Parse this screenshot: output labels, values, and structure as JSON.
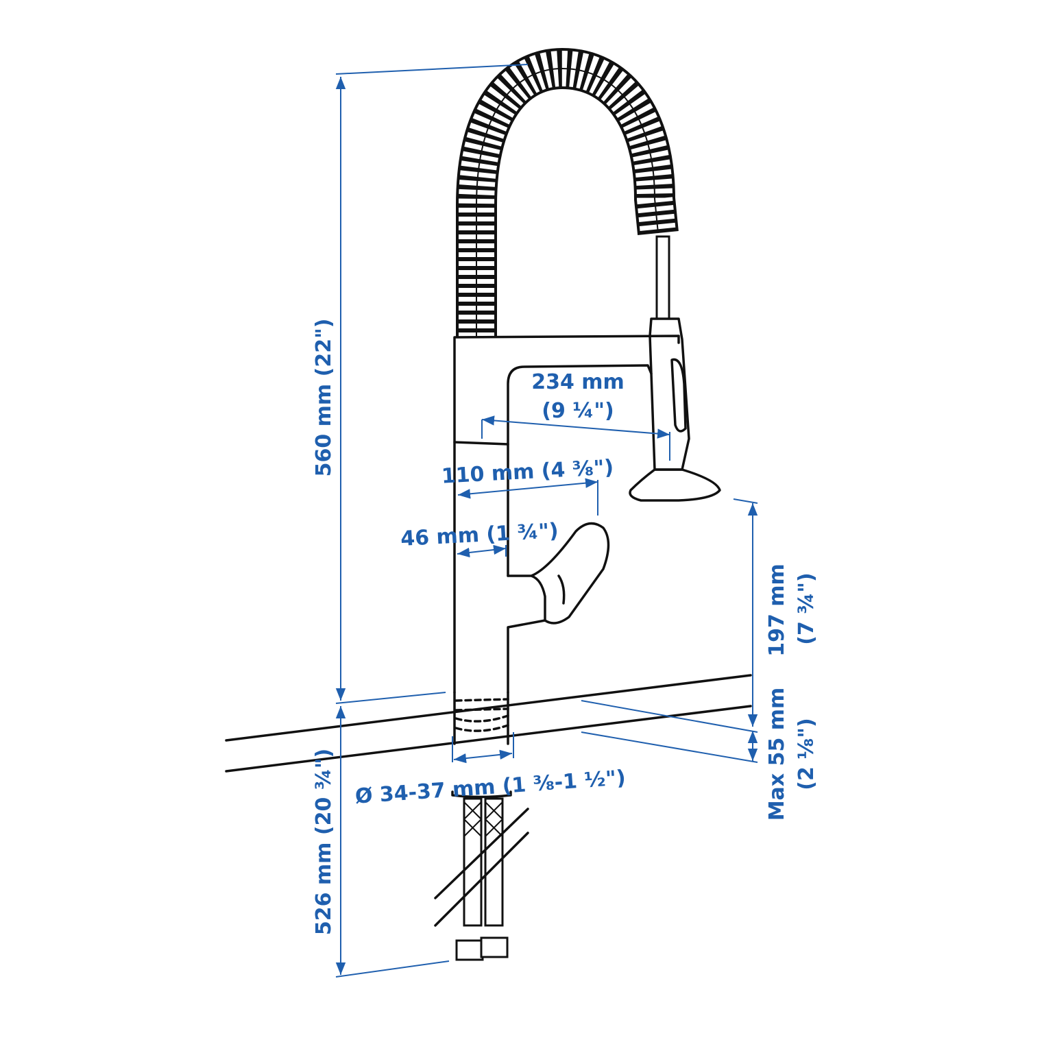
{
  "colors": {
    "dimension": "#1f5fae",
    "line": "#111111"
  },
  "dimensions": {
    "total_height": "560 mm (22\")",
    "below_counter": "526 mm (20 ¾\")",
    "spout_reach_mm": "234 mm",
    "spout_reach_in": "(9 ¼\")",
    "lever_reach": "110 mm (4 ⅜\")",
    "body_diameter": "46 mm (1 ¾\")",
    "spout_clearance_mm": "197 mm",
    "spout_clearance_in": "(7 ¾\")",
    "max_counter_thickness_mm": "Max 55 mm",
    "max_counter_thickness_in": "(2 ⅛\")",
    "hole_diameter": "Ø 34-37 mm (1 ⅜-1 ½\")"
  }
}
